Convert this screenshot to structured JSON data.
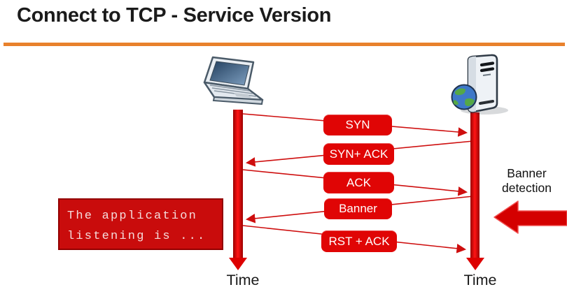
{
  "slide": {
    "title": "Connect to TCP - Service Version"
  },
  "colors": {
    "accent_orange": "#E8812C",
    "red_primary": "#E00505",
    "red_dark": "#920000",
    "callout_background": "#C90C0C"
  },
  "icons": {
    "client": "laptop-icon",
    "server": "server-globe-icon",
    "banner_arrow": "left-block-arrow-icon"
  },
  "diagram": {
    "messages": [
      {
        "label": "SYN",
        "direction": "client-to-server"
      },
      {
        "label": "SYN+ ACK",
        "direction": "server-to-client"
      },
      {
        "label": "ACK",
        "direction": "client-to-server"
      },
      {
        "label": "Banner",
        "direction": "server-to-client"
      },
      {
        "label": "RST + ACK",
        "direction": "client-to-server"
      }
    ],
    "callout": {
      "line1": "The application",
      "line2": "listening is ..."
    },
    "banner_detection": {
      "line1": "Banner",
      "line2": "detection"
    },
    "time_left": "Time",
    "time_right": "Time"
  }
}
